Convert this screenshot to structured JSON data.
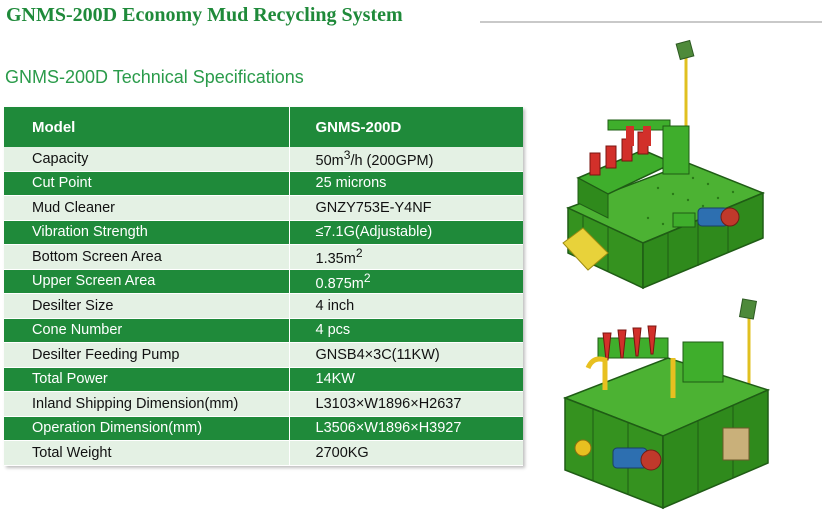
{
  "header": {
    "title": "GNMS-200D Economy Mud Recycling System",
    "subtitle": "GNMS-200D Technical Specifications"
  },
  "table": {
    "columns": [
      "Model",
      "GNMS-200D"
    ],
    "rows": [
      {
        "label": "Capacity",
        "value_html": "50m<sup>3</sup>/h (200GPM)"
      },
      {
        "label": "Cut Point",
        "value_html": "25 microns"
      },
      {
        "label": "Mud Cleaner",
        "value_html": "GNZY753E-Y4NF"
      },
      {
        "label": "Vibration Strength",
        "value_html": "≤7.1G(Adjustable)"
      },
      {
        "label": "Bottom Screen Area",
        "value_html": "1.35m<sup>2</sup>"
      },
      {
        "label": "Upper Screen Area",
        "value_html": "0.875m<sup>2</sup>"
      },
      {
        "label": "Desilter Size",
        "value_html": "4 inch"
      },
      {
        "label": "Cone Number",
        "value_html": "4 pcs"
      },
      {
        "label": "Desilter Feeding Pump",
        "value_html": "GNSB4×3C(11KW)"
      },
      {
        "label": "Total Power",
        "value_html": "14KW"
      },
      {
        "label": "Inland Shipping Dimension(mm)",
        "value_html": "L3103×W1896×H2637"
      },
      {
        "label": "Operation Dimension(mm)",
        "value_html": "L3506×W1896×H3927"
      },
      {
        "label": "Total Weight",
        "value_html": "2700KG"
      }
    ]
  },
  "colors": {
    "brand_green": "#1f8a3a",
    "light_row": "#e4f1e4",
    "machine_green": "#3fae2c"
  }
}
